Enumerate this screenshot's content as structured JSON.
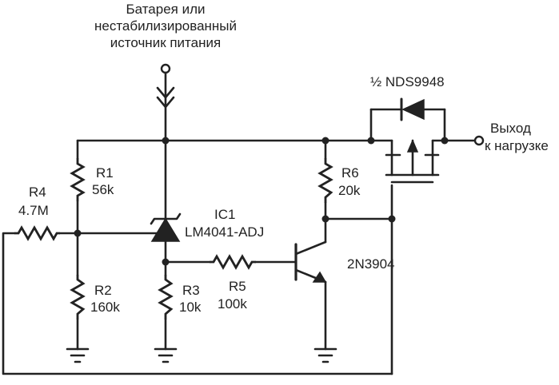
{
  "source_label": [
    "Батарея или",
    "нестабилизированный",
    "источник питания"
  ],
  "output_label": [
    "Выход",
    "к нагрузке"
  ],
  "components": {
    "r1": {
      "ref": "R1",
      "value": "56k"
    },
    "r2": {
      "ref": "R2",
      "value": "160k"
    },
    "r3": {
      "ref": "R3",
      "value": "10k"
    },
    "r4": {
      "ref": "R4",
      "value": "4.7M"
    },
    "r5": {
      "ref": "R5",
      "value": "100k"
    },
    "r6": {
      "ref": "R6",
      "value": "20k"
    },
    "ic1": {
      "ref": "IC1",
      "part": "LM4041-ADJ"
    },
    "q1": {
      "part": "2N3904"
    },
    "mosfet": {
      "part": "½ NDS9948"
    }
  }
}
